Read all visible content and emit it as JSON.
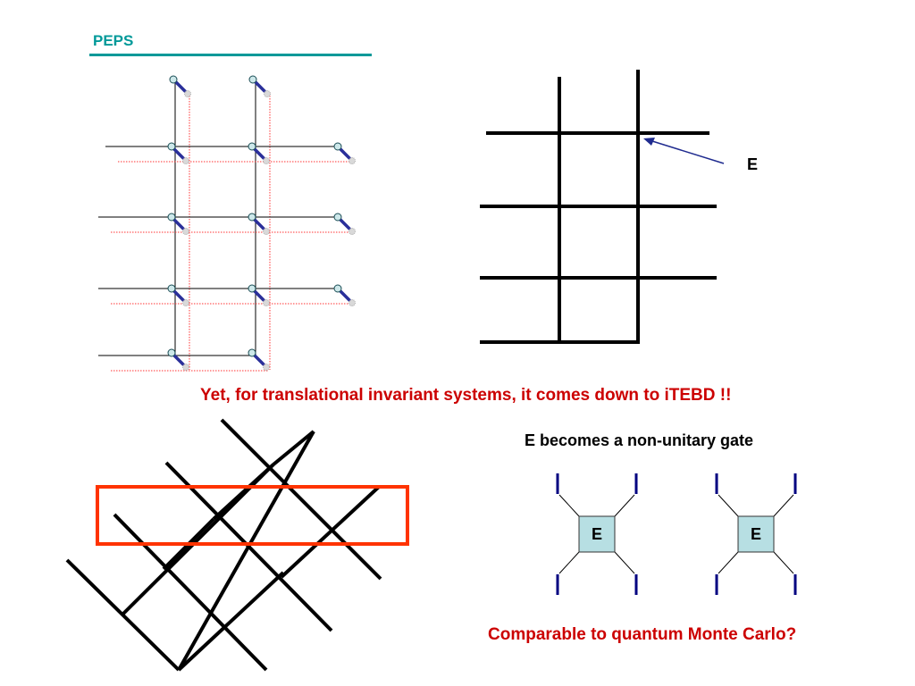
{
  "slide": {
    "title": "PEPS",
    "caption_red": "Yet, for translational invariant systems, it comes down to iTEBD !!",
    "caption_black": "E becomes a non-unitary gate",
    "caption_bottom": "Comparable to quantum Monte Carlo?"
  },
  "diagram": {
    "edge_label": "E",
    "gate_labels": [
      "E",
      "E"
    ]
  },
  "colors": {
    "title": "#009999",
    "accent_red": "#cc0000",
    "highlight_box": "#ff3300",
    "gate_fill": "#b7dfe3",
    "bond_blue": "#000080",
    "dotted_red": "#ff3333"
  }
}
